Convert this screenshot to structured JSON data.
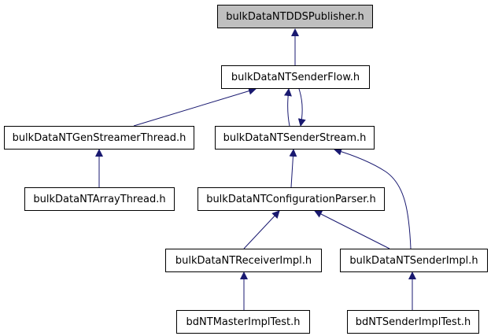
{
  "colors": {
    "root_fill": "#bfbfbf",
    "node_fill": "#ffffff",
    "edge": "#191970",
    "border": "#000000"
  },
  "nodes": {
    "publisher": "bulkDataNTDDSPublisher.h",
    "sender_flow": "bulkDataNTSenderFlow.h",
    "gen_streamer_thread": "bulkDataNTGenStreamerThread.h",
    "sender_stream": "bulkDataNTSenderStream.h",
    "array_thread": "bulkDataNTArrayThread.h",
    "configuration_parser": "bulkDataNTConfigurationParser.h",
    "receiver_impl": "bulkDataNTReceiverImpl.h",
    "sender_impl": "bulkDataNTSenderImpl.h",
    "master_impl_test": "bdNTMasterImplTest.h",
    "sender_impl_test": "bdNTSenderImplTest.h"
  }
}
